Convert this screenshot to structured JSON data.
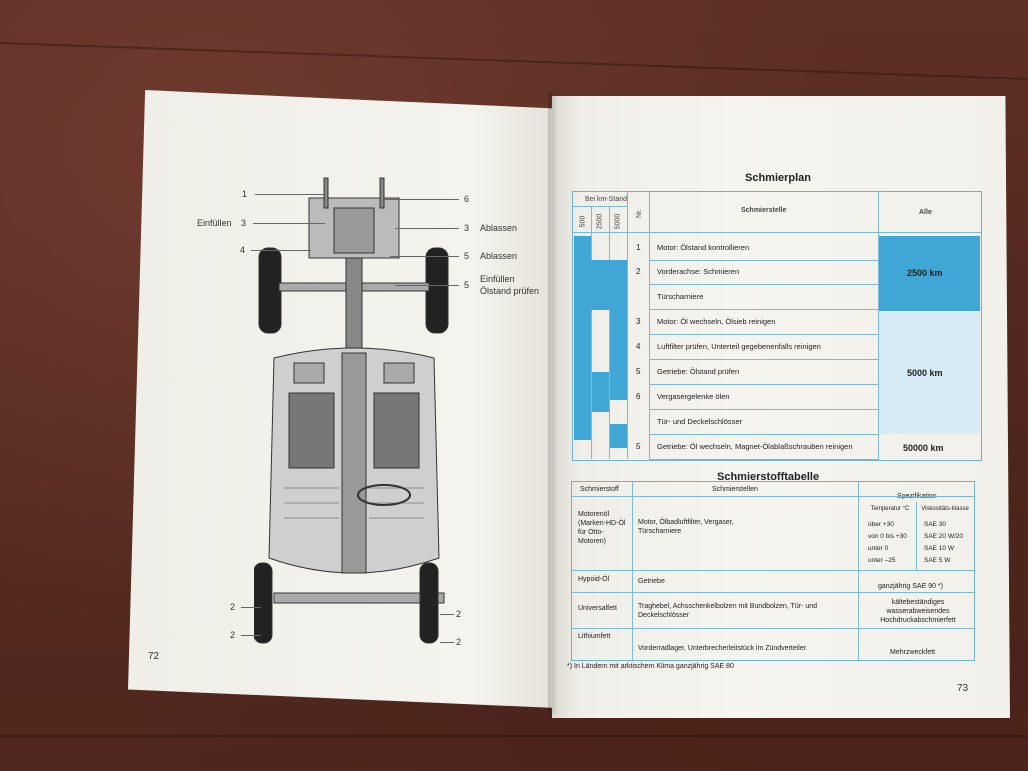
{
  "left_page": {
    "page_number": "72",
    "callouts_left": [
      {
        "num": "1",
        "label": ""
      },
      {
        "num": "3",
        "label": "Einfüllen"
      },
      {
        "num": "4",
        "label": ""
      },
      {
        "num": "2",
        "label": ""
      },
      {
        "num": "2",
        "label": ""
      }
    ],
    "callouts_right": [
      {
        "num": "6",
        "label": ""
      },
      {
        "num": "3",
        "label": "Ablassen"
      },
      {
        "num": "5",
        "label": "Ablassen"
      },
      {
        "num": "5",
        "label": "Einfüllen"
      },
      {
        "num": "",
        "label": "Ölstand prüfen"
      },
      {
        "num": "2",
        "label": ""
      },
      {
        "num": "2",
        "label": ""
      }
    ]
  },
  "right_page": {
    "page_number": "73",
    "schmierplan": {
      "title": "Schmierplan",
      "km_header": "Bei km-Stand",
      "km_cols": [
        "500",
        "2500",
        "5000"
      ],
      "nr_header": "Nr.",
      "stelle_header": "Schmierstelle",
      "alle_header": "Alle",
      "rows": [
        {
          "nr": "1",
          "text": "Motor: Ölstand kontrollieren"
        },
        {
          "nr": "2",
          "text": "Vorderachse: Schmieren"
        },
        {
          "nr": "",
          "text": "Türscharniere"
        },
        {
          "nr": "3",
          "text": "Motor: Öl wechseln, Ölsieb reinigen"
        },
        {
          "nr": "4",
          "text": "Luftfilter prüfen, Unterteil gegebenenfalls reinigen"
        },
        {
          "nr": "5",
          "text": "Getriebe: Ölstand prüfen"
        },
        {
          "nr": "6",
          "text": "Vergasergelenke ölen"
        },
        {
          "nr": "",
          "text": "Tür- und Deckelschlösser"
        },
        {
          "nr": "5",
          "text": "Getriebe: Öl wechseln, Magnet-Ölablaßschrauben reinigen"
        }
      ],
      "intervals": [
        "2500 km",
        "5000 km",
        "50000 km"
      ]
    },
    "schmierstofftabelle": {
      "title": "Schmierstofftabelle",
      "col_schmierstoff": "Schmierstoff",
      "col_schmierstellen": "Schmierstellen",
      "col_spezifikation": "Spezifikation",
      "sub_temp": "Temperatur °C",
      "sub_visk": "Viskositäts-klasse",
      "motoroel": {
        "name": "Motorenöl (Marken-HD-Öl für Otto-Motoren)",
        "stellen": "Motor, Ölbadluftfilter, Vergaser, Türscharniere",
        "spec": [
          {
            "temp": "über +30",
            "visk": "SAE 30"
          },
          {
            "temp": "von 0 bis +30",
            "visk": "SAE 20 W/20"
          },
          {
            "temp": "unter 0",
            "visk": "SAE 10 W"
          },
          {
            "temp": "unter –25",
            "visk": "SAE 5 W"
          }
        ]
      },
      "hypoid": {
        "name": "Hypoid-Öl",
        "stellen": "Getriebe",
        "spec": "ganzjährig SAE 90 *)"
      },
      "universal": {
        "name": "Universalfett",
        "stellen": "Traghebel, Achsschenkelbolzen mit Bundbolzen, Tür- und Deckelschlösser",
        "spec": "kältebeständiges wasserabweisendes Hochdruckabschmierfett"
      },
      "lithium": {
        "name": "Lithiumfett",
        "stellen": "Vorderradlager, Unterbrecherleitstück im Zündverteiler",
        "spec": "Mehrzweckfett"
      },
      "footnote": "*) In Ländern mit arktischem Klima ganzjährig SAE 80"
    }
  },
  "colors": {
    "accent_blue": "#3fa6d6",
    "light_blue": "#d6ebf5",
    "paper": "#f3f2ec",
    "background": "#5a2d22"
  }
}
